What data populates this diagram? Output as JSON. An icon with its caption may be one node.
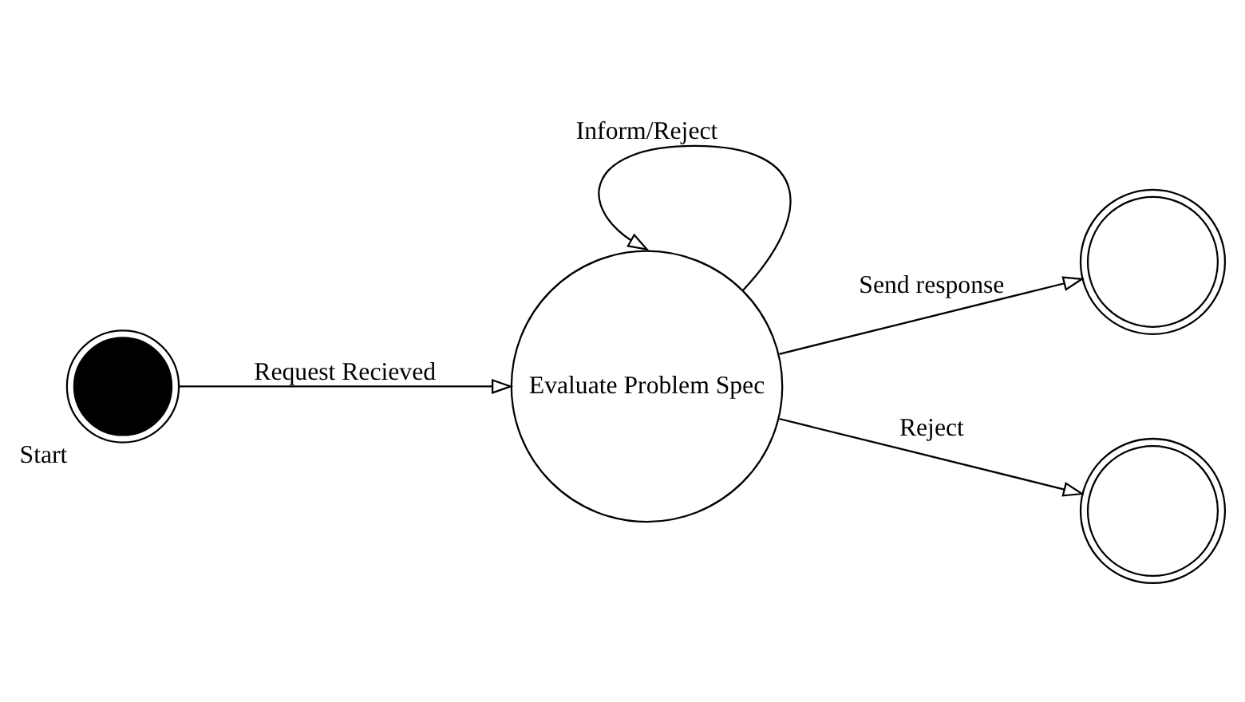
{
  "diagram": {
    "nodes": [
      {
        "text": [],
        "shape": "circle",
        "beside": [
          "Start"
        ]
      },
      {
        "text": [
          "Evaluate Problem Spec"
        ]
      },
      {
        "text": [],
        "shape": "circle"
      },
      {
        "text": [],
        "shape": "circle"
      }
    ],
    "edges": [
      {
        "from": 0,
        "to": 1,
        "arrow": "to",
        "label": "Request Recieved"
      },
      {
        "from": 1,
        "to": 1,
        "arrow": "to",
        "label": "Inform/Reject"
      },
      {
        "from": 1,
        "to": 2,
        "arrow": "to",
        "label": "Send response"
      },
      {
        "from": 1,
        "to": 3,
        "arrow": "to",
        "label": "Reject"
      }
    ]
  }
}
